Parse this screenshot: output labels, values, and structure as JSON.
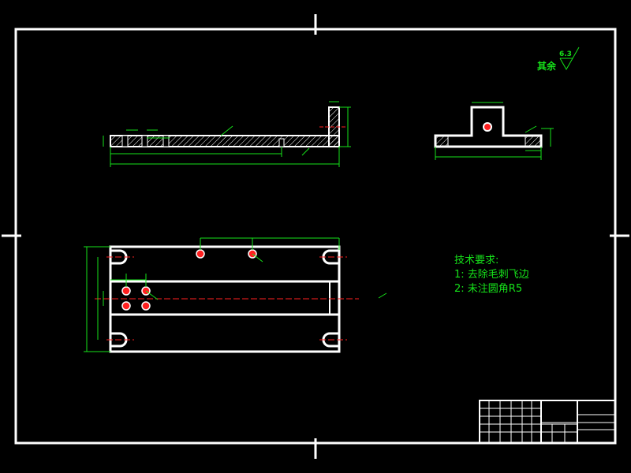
{
  "finish": {
    "rest_label": "其余",
    "roughness_value": "6.3"
  },
  "notes": {
    "title": "技术要求:",
    "item1": "1: 去除毛刺飞边",
    "item2": "2: 未注圆角R5"
  },
  "colors": {
    "background": "#000000",
    "outline": "#ffffff",
    "dimension": "#16e21a",
    "centerline": "#ff2020"
  }
}
